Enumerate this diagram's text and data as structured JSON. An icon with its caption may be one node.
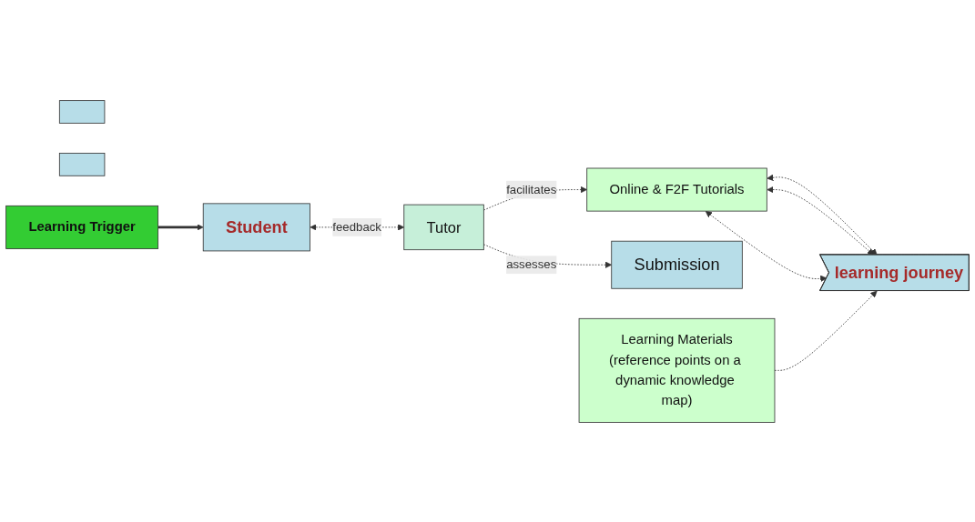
{
  "diagram": {
    "nodes": [
      {
        "text": [
          "Student"
        ]
      },
      {
        "text": [],
        "shape": "box"
      },
      {
        "text": [],
        "shape": "box"
      },
      {
        "text": [
          "learning journey"
        ]
      },
      {
        "text": [
          "Online & F2F Tutorials"
        ]
      },
      {
        "text": [
          "Tutor"
        ]
      },
      {
        "text": [
          "Submission"
        ]
      },
      {
        "text": [
          "Learning Trigger"
        ]
      },
      {
        "text": [
          "Learning Materials",
          "(reference points on a dynamic knowledge map)"
        ]
      }
    ],
    "edges": [
      {
        "from": 0,
        "to": 5,
        "arrow": "both",
        "style": "dashed",
        "label": "feedback"
      },
      {
        "from": 5,
        "to": 4,
        "arrow": "to",
        "style": "dashed",
        "label": "facilitates"
      },
      {
        "from": 4,
        "to": 3,
        "arrow": "both",
        "style": "dashed"
      },
      {
        "from": 4,
        "to": 3,
        "arrow": "both",
        "style": "dashed"
      },
      {
        "from": 4,
        "to": 3,
        "arrow": "both",
        "style": "dashed"
      },
      {
        "from": 8,
        "to": 3,
        "arrow": "to",
        "style": "dashed"
      },
      {
        "from": 5,
        "to": 6,
        "arrow": "to",
        "style": "dashed",
        "label": "assesses"
      },
      {
        "from": 7,
        "to": 0,
        "arrow": "to",
        "style": "thick"
      }
    ]
  }
}
